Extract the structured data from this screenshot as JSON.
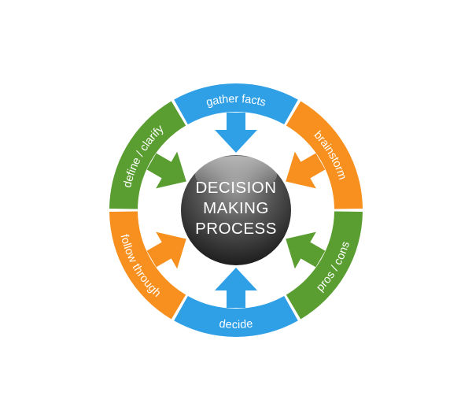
{
  "center": {
    "lines": [
      "DECISION",
      "MAKING",
      "PROCESS"
    ]
  },
  "segments": [
    {
      "label": "gather facts",
      "color": "#2f9fe6",
      "icon": "arrow-inward-icon"
    },
    {
      "label": "brainstorm",
      "color": "#f7901e",
      "icon": "arrow-inward-icon"
    },
    {
      "label": "pros / cons",
      "color": "#5a9e32",
      "icon": "arrow-inward-icon"
    },
    {
      "label": "decide",
      "color": "#2f9fe6",
      "icon": "arrow-inward-icon"
    },
    {
      "label": "follow through",
      "color": "#f7901e",
      "icon": "arrow-inward-icon"
    },
    {
      "label": "define / clarify",
      "color": "#5a9e32",
      "icon": "arrow-inward-icon"
    }
  ]
}
